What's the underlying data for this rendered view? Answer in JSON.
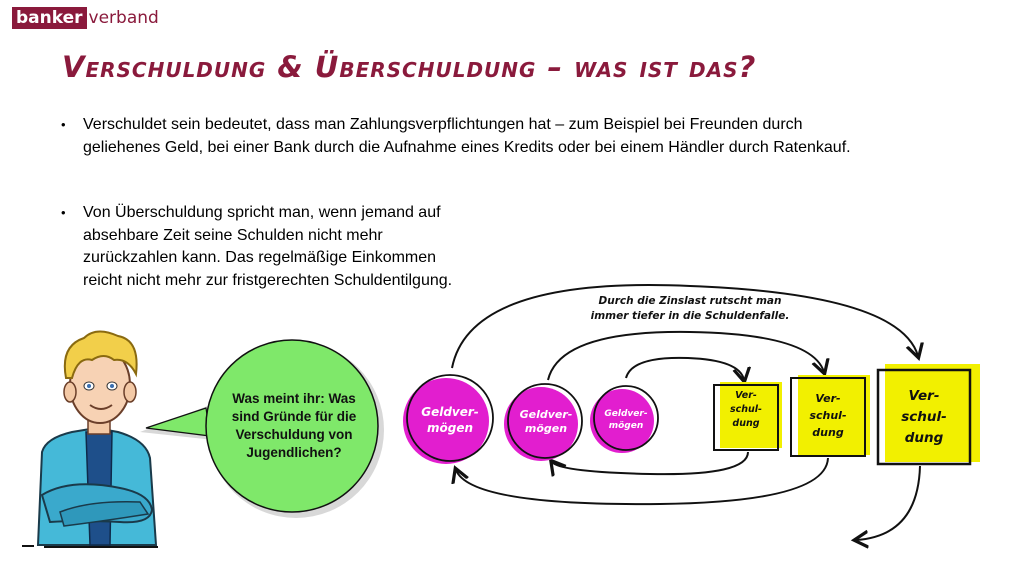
{
  "logo": {
    "box": "banker",
    "rest": "verband"
  },
  "title": "Verschuldung & Überschuldung – was ist das?",
  "bullets": [
    "Verschuldet sein bedeutet, dass man Zahlungsverpflichtungen hat – zum Beispiel bei Freunden durch geliehenes Geld, bei einer Bank durch die Aufnahme eines Kredits oder bei einem Händler durch Ratenkauf.",
    "Von Überschuldung spricht man, wenn jemand auf absehbare Zeit seine Schulden nicht mehr zurückzahlen kann. Das regelmäßige Einkommen reicht nicht mehr zur fristgerechten Schuldentilgung."
  ],
  "speech": "Was meint ihr: Was sind Gründe für die Verschuldung von Jugendlichen?",
  "arc_text": "Durch die Zinslast rutscht man\nimmer tiefer in die Schuldenfalle.",
  "circles": [
    "Geldver-\nmögen",
    "Geldver-\nmögen",
    "Geldver-\nmögen"
  ],
  "boxes": [
    "Ver-\nschul-\ndung",
    "Ver-\nschul-\ndung",
    "Ver-\nschul-\ndung"
  ],
  "colors": {
    "brand": "#8a1a3c",
    "magenta": "#e21ecf",
    "yellow": "#f2f000",
    "green": "#7fe86a"
  }
}
